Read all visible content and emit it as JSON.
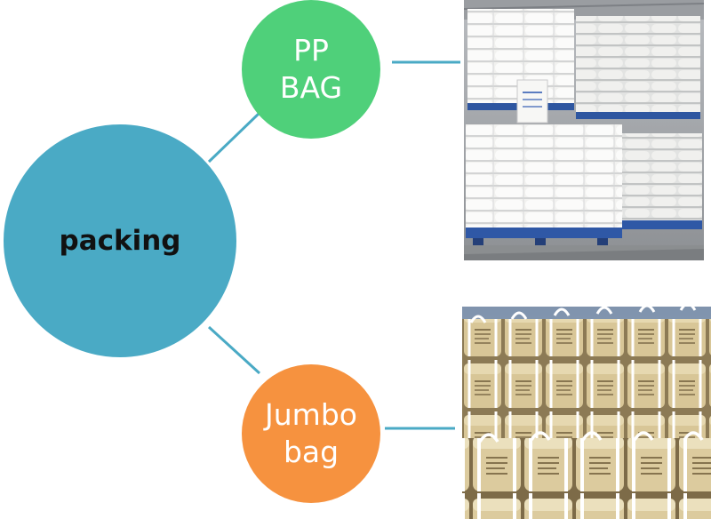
{
  "diagram": {
    "center": {
      "label": "packing",
      "color": "#4aaac5"
    },
    "branches": [
      {
        "lines": [
          "PP",
          "BAG"
        ],
        "color": "#4fd07a",
        "photo": "stacked white woven sacks on blue pallets"
      },
      {
        "lines": [
          "Jumbo",
          "bag"
        ],
        "color": "#f6923f",
        "photo": "stacked tan bulk jumbo bags with white straps"
      }
    ],
    "connector_color": "#4aaac5"
  }
}
